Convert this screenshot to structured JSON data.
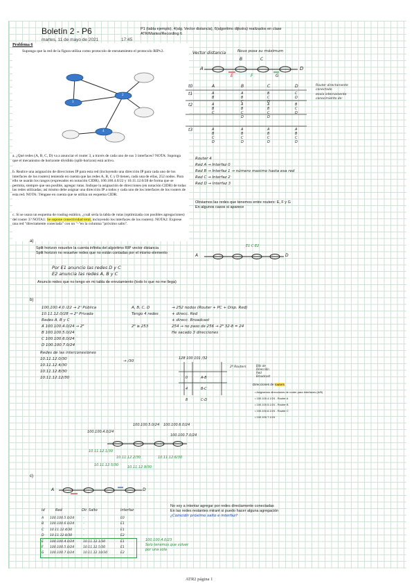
{
  "header": {
    "title": "Boletín 2 - P6",
    "date": "martes, 11 de mayo de 2021",
    "time": "17:45",
    "note1": "P1 (tabla ejemplo), 4(alg. Vector distancia), 6(algoritmo dijkstra) realizados en clase",
    "note2": "ATR/Martes/Recording 6"
  },
  "problem": {
    "label": "Problema 6",
    "intro": "Suponga que la red de la figura utiliza como protocolo de enrutamiento el protocolo RIPv2.",
    "routers": [
      "1",
      "2",
      "3",
      "4"
    ],
    "qa": "a. ¿Qué redes (A, B, C, D) va a anunciar el router 3, a través de cada uno de sus 3 interfaces? NOTA: Suponga que el mecanismo de horizonte dividido (split-horizon) está activo.",
    "qb": "b. Realice una asignación de direcciones IP para esta red (incluyendo una dirección IP para cada uno de los interfaces de los routers) teniendo en cuenta que las redes A, B, C y D tienen, cada una de ellas, 252 nodos. Para ello se usarán los rangos (expresados en notación CIDR), 100.100.4.0/22 y 10.11.12.0/28 de forma que se permita, siempre que sea posible, agregar rutas. Indique la asignación de direcciones (en notación CIDR) de todas las redes utilizadas; así mismo debe asignar una dirección IP a todos y cada uno de los interfaces de los routers de esta red. NOTA: Téngase en cuenta que se utiliza un esquema CIDR.",
    "qc_before": "c. Si se usara un esquema de routing estático, ¿cuál sería la tabla de rutas (optimizada con posibles agregaciones) del router 3? NOTA1: ",
    "qc_highlight": "Se supone conectividad total,",
    "qc_after": " incluyendo los interfaces de los routers). NOTA2: Exprese una red \"directamente conectada\" con un \"-\"en la columna \"próximo salto\"."
  },
  "vd": {
    "title": "Vector distancia",
    "subtitle": "Nous posa su máximum",
    "nodes": [
      "A",
      "B",
      "C",
      "D",
      "E",
      "F",
      "G"
    ],
    "rows": [
      {
        "t": "t0",
        "a": "A",
        "b": "B",
        "c": "C",
        "d": "D"
      },
      {
        "t": "t1",
        "a": "A\nB",
        "b": "A\nB\nC",
        "c": "B\nC\nD",
        "d": "C\nD"
      },
      {
        "t": "t2",
        "a": "A\nB\nC",
        "b": "A\nB\nC\nD",
        "c": "A\nB\nC\nD",
        "d": "B\nC\nD"
      },
      {
        "t": "t3",
        "a": "A\nB\nC\nD",
        "b": "A\nB\nC\nD",
        "c": "A\nB\nC\nD",
        "d": "A\nB\nC\nD"
      }
    ],
    "side1": "Router directamente\nconectado",
    "side2": "envía internamente\nconocimiento de:",
    "routerlist": "Router 4\nRed A → Interfaz 0\nRed B → Interfaz 1 → número maximo hasta esa red\nRed C → Interfaz 2\nRed D → Interfaz 3",
    "observation": "Obviamos las redes que tenemos entre routers: E, F y G\nEn algunos casos si aparece"
  },
  "sa": {
    "label": "a)",
    "text": "Split horizon resuelve la cuenta infinita del algoritmo RIP vector distancia\nSplit horizon no resuelve redes que no están contadas por el mismo elemento",
    "hand": "Por E1 anuncio las redes D y C\nE2 anuncia las redes A, B y C",
    "note": "Anuncio redes que no tengo en mi tabla de enrutamiento (todo lo que no me llega)",
    "nodes": [
      "A",
      "D",
      "E1 C E2"
    ]
  },
  "sb": {
    "label": "b)",
    "left": "100.100.4.0 /22 → 2ⁿ Pública\n10.11.12.0/28 → 2⁴ Privada\nRedes A, B y C\nA 100.100.4.0/24 → 2⁸\nB 100.100.5.0/24\nC 100.100.6.0/24\nD 100.100.7.0/24",
    "mid": "A, B, C, D\nTengo 4 redes\n\n2⁸ ≥ 253",
    "right": "→ 252 nodos (Router + PC + Disp. Red)\n+ direcc. Red\n+ direcc. Broadcast\n254 → no paso de 256 → 2⁸ 32-8 = 24\nHe sacado 3 direcciones",
    "inter": "Redes de las interconexiones\n10.11.12.0/30\n10.11.12.4/30\n10.11.12.8/30\n10.11.12.12/30",
    "intermask": "→ /30",
    "bithead": "128 100 101 /32",
    "bitcol1": "0\n4\n8",
    "bitcol2": "A-B\nB-C\nC-D",
    "bitnote": "2⁸ Routers",
    "bitside": "Bits de\nDirección\nRed\nBroadcast",
    "listtitle": "Direcciones de ",
    "listtitle2": "routers",
    "list": "• Asignamos direcciones de router para interfaces (A/B)\n• 100.100.4.1/24 - Router A\n• 100.100.5.1/24 - Router B\n• 100.100.6.1/24 - Router C\n• 100.100.7.1/24",
    "net1": "100.100.5.0/24",
    "net2": "100.100.6.0/24",
    "net3": "100.100.4.0/24",
    "net4": "100.100.7.0/24",
    "green1": "10.11.12.1/30",
    "green2": "10.11.12.2/30",
    "green3": "10.11.12.6/30",
    "green4": "10.11.12.5/30",
    "green5": "10.11.12.9/30"
  },
  "sc": {
    "label": "c)",
    "a": "A",
    "d": "D",
    "note": "No voy a intentar agregar por redes directamente conectadas\nEn las redes restantes miraré si puedo hacer alguna agregación",
    "question": "¿Coincidir próximo salto e interfaz?",
    "headers": [
      "Id",
      "Red",
      "Dir. Salto",
      "Interfaz"
    ],
    "colid": "A\nB\nC\nD\nE\nF\nG",
    "colred": "100.100.5.0/24\n100.100.6.0/24\n10.11.12.4/30\n10.11.12.8/30\n100.100.4.0/24\n100.100.5.0/24\n100.100.7.0/24",
    "coldir": "-\n-\n-\n-\n10.11.12.1/30\n10.11.12.5/30\n10.11.12.10/30",
    "colif": "E0\nE1\nE1\nE2\nE1\nE1\nE2",
    "greennote": "100.100.4.0/23\nSolo tenemos que volver\npor una sola",
    "footer": ""
  },
  "footer": "ATR2 página 1"
}
